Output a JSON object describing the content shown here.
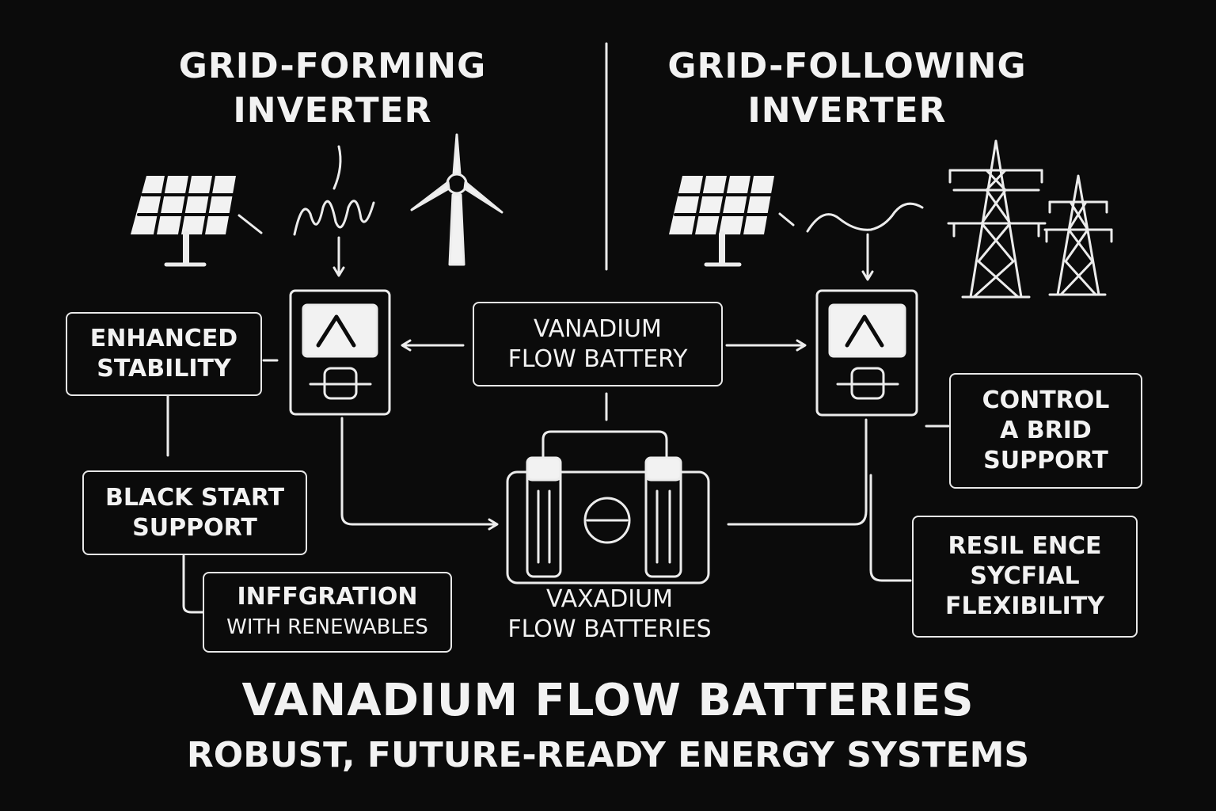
{
  "left_title": {
    "line1": "GRID-FORMING",
    "line2": "INVERTER"
  },
  "right_title": {
    "line1": "GRID-FOLLOWING",
    "line2": "INVERTER"
  },
  "center_box": {
    "line1": "VANADIUM",
    "line2": "FLOW BATTERY"
  },
  "battery_label": {
    "line1": "VAXADIUM",
    "line2": "FLOW BATTERIES"
  },
  "left_benefits": [
    {
      "line1": "ENHANCED",
      "line2": "STABILITY"
    },
    {
      "line1": "BLACK START",
      "line2": "SUPPORT"
    },
    {
      "line1": "INFFGRATION",
      "line2": "WITH RENEWABLES"
    }
  ],
  "right_benefits": [
    {
      "line1": "CONTROL",
      "line2": "A BRID",
      "line3": "SUPPORT"
    },
    {
      "line1": "RESIL ENCE",
      "line2": "SYCFIAL",
      "line3": "FLEXIBILITY"
    }
  ],
  "footer": {
    "title": "VANADIUM FLOW BATTERIES",
    "subtitle": "ROBUST, FUTURE-READY ENERGY SYSTEMS"
  },
  "colors": {
    "background": "#0b0b0b",
    "foreground": "#f2f2f2"
  }
}
